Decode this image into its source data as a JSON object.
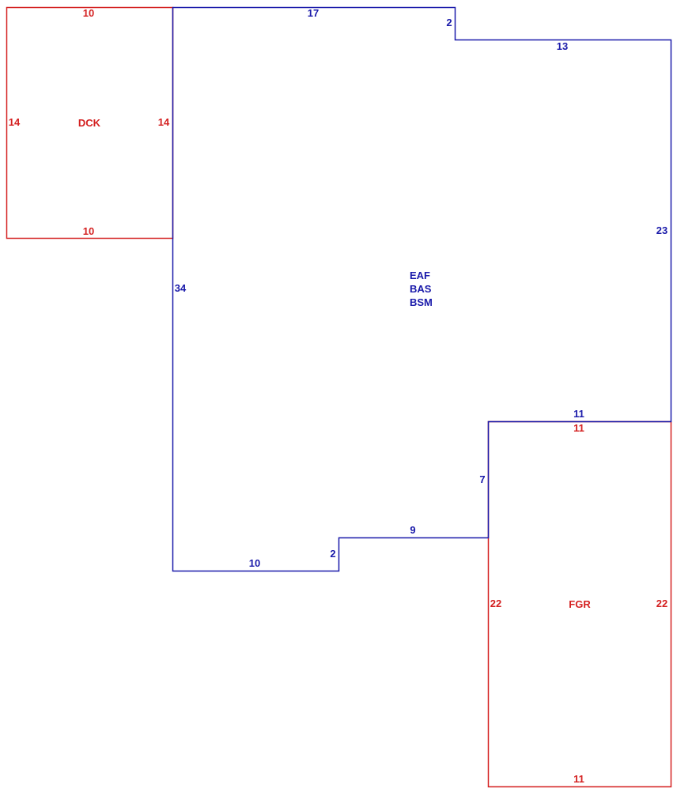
{
  "colors": {
    "main": "#1a1aaa",
    "addition": "#d42020"
  },
  "main_area": {
    "codes": [
      "EAF",
      "BAS",
      "BSM"
    ],
    "dims": {
      "top": "17",
      "step_top": "2",
      "upper_right": "13",
      "right": "23",
      "left": "34",
      "inner_top": "11",
      "inner_vertical": "7",
      "middle_bottom": "9",
      "step_bottom": "2",
      "bottom": "10"
    }
  },
  "deck": {
    "code": "DCK",
    "dims": {
      "top": "10",
      "bottom": "10",
      "left": "14",
      "right": "14"
    }
  },
  "garage": {
    "code": "FGR",
    "dims": {
      "top": "11",
      "bottom": "11",
      "left": "22",
      "right": "22"
    }
  }
}
